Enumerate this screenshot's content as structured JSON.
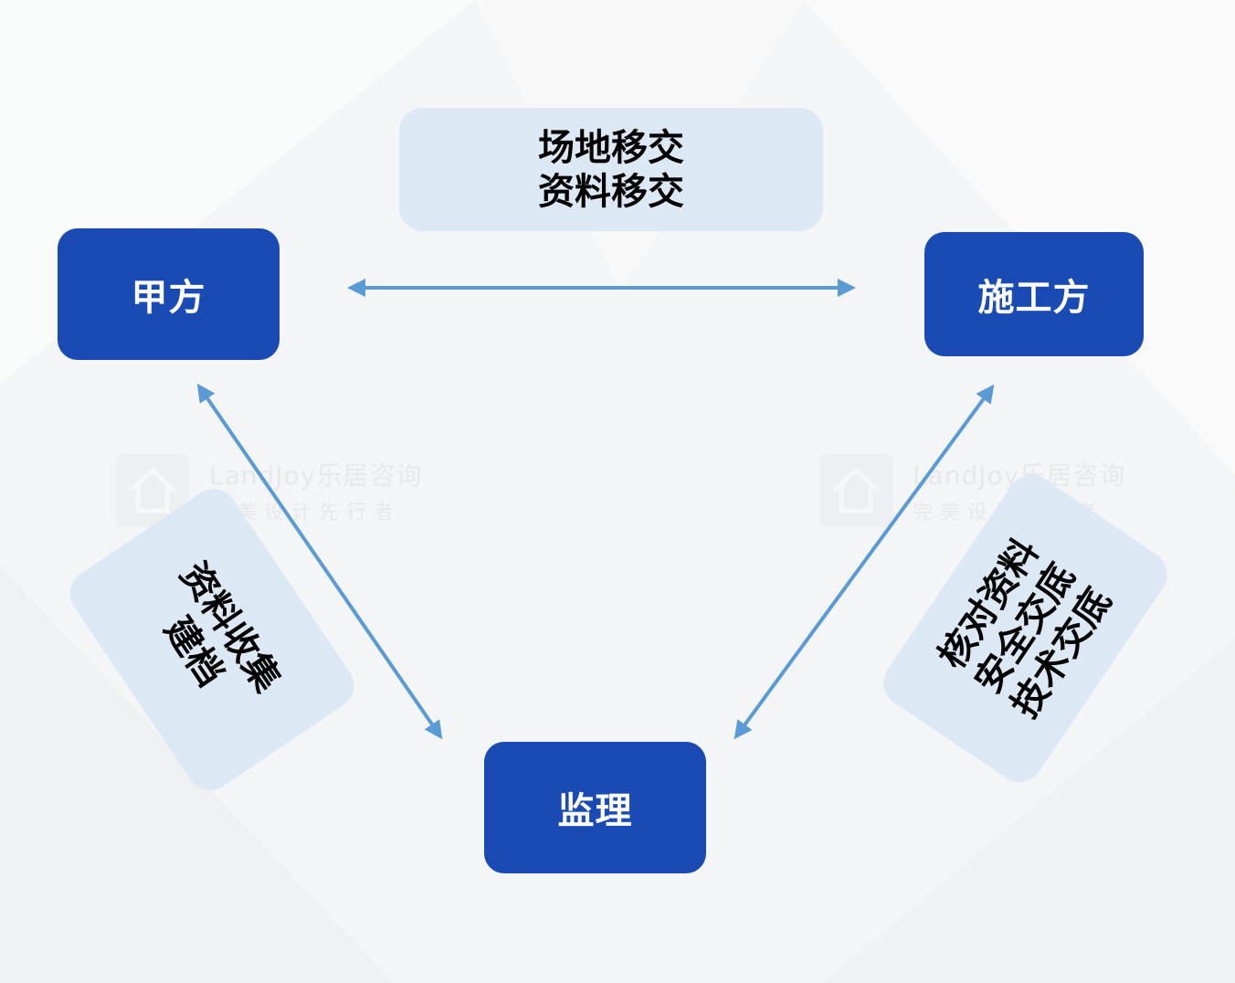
{
  "nodes": {
    "owner": "甲方",
    "contractor": "施工方",
    "supervisor": "监理"
  },
  "notes": {
    "top": [
      "场地移交",
      "资料移交"
    ],
    "left": [
      "资料收集",
      "建档"
    ],
    "right": [
      "核对资料",
      "安全交底",
      "技术交底"
    ]
  },
  "watermark": {
    "brand": "LandJoy乐居咨询",
    "slogan": "完美设计先行者"
  },
  "colors": {
    "node_fill": "#1a4bb5",
    "note_fill": "#dde8f5",
    "arrow": "#5b9bd5",
    "background": "#f4f5f7"
  }
}
